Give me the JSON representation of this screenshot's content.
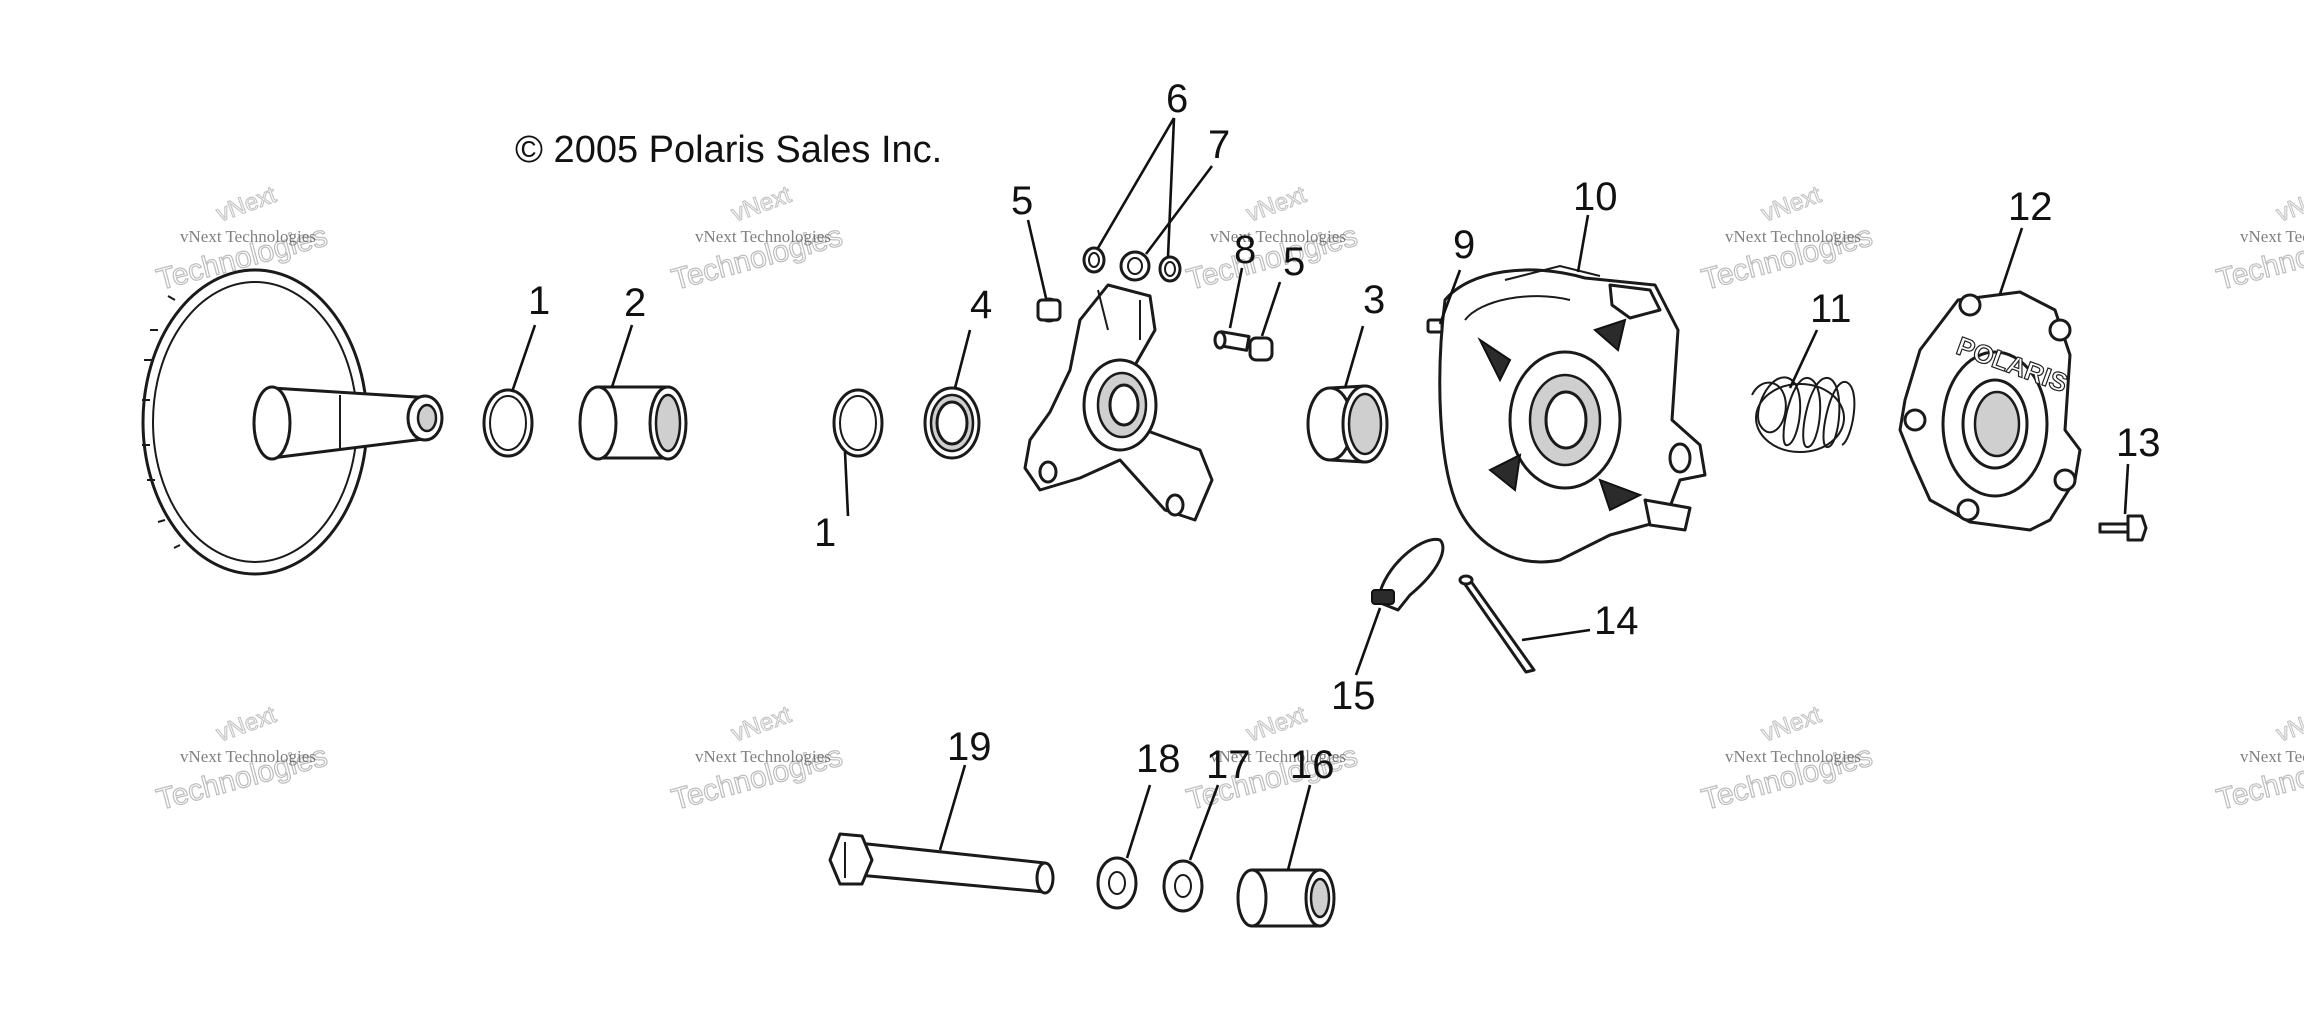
{
  "copyright": "© 2005 Polaris Sales Inc.",
  "watermark": {
    "small": "vNext Technologies",
    "big": "Technologies",
    "arc": "vNext"
  },
  "logo_text": "POLARIS",
  "callouts": {
    "c1a": "1",
    "c1b": "1",
    "c2": "2",
    "c3": "3",
    "c4": "4",
    "c5a": "5",
    "c5b": "5",
    "c6": "6",
    "c7": "7",
    "c8": "8",
    "c9": "9",
    "c10": "10",
    "c11": "11",
    "c12": "12",
    "c13": "13",
    "c14": "14",
    "c15": "15",
    "c16": "16",
    "c17": "17",
    "c18": "18",
    "c19": "19"
  }
}
